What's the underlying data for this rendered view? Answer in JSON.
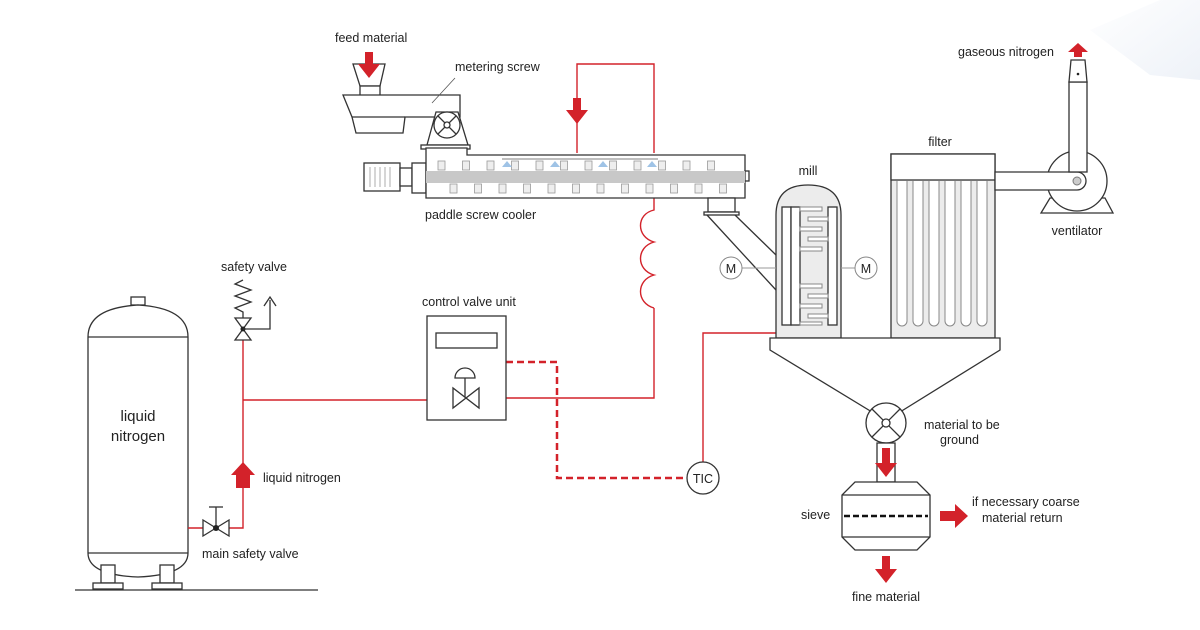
{
  "labels": {
    "feed_material": "feed material",
    "metering_screw": "metering screw",
    "paddle_screw_cooler": "paddle screw cooler",
    "mill": "mill",
    "filter": "filter",
    "gaseous_nitrogen": "gaseous nitrogen",
    "ventilator": "ventilator",
    "safety_valve": "safety valve",
    "control_valve_unit": "control valve unit",
    "liquid_nitrogen_tank_line1": "liquid",
    "liquid_nitrogen_tank_line2": "nitrogen",
    "liquid_nitrogen_flow": "liquid nitrogen",
    "main_safety_valve": "main safety valve",
    "tic": "TIC",
    "motor_left": "M",
    "motor_right": "M",
    "material_to_be_ground_line1": "material to be",
    "material_to_be_ground_line2": "ground",
    "sieve": "sieve",
    "coarse_return_line1": "if necessary coarse",
    "coarse_return_line2": "material return",
    "fine_material": "fine material"
  },
  "colors": {
    "accent": "#d3222a",
    "spray": "#9fc3e6",
    "fill": "#ececec"
  }
}
